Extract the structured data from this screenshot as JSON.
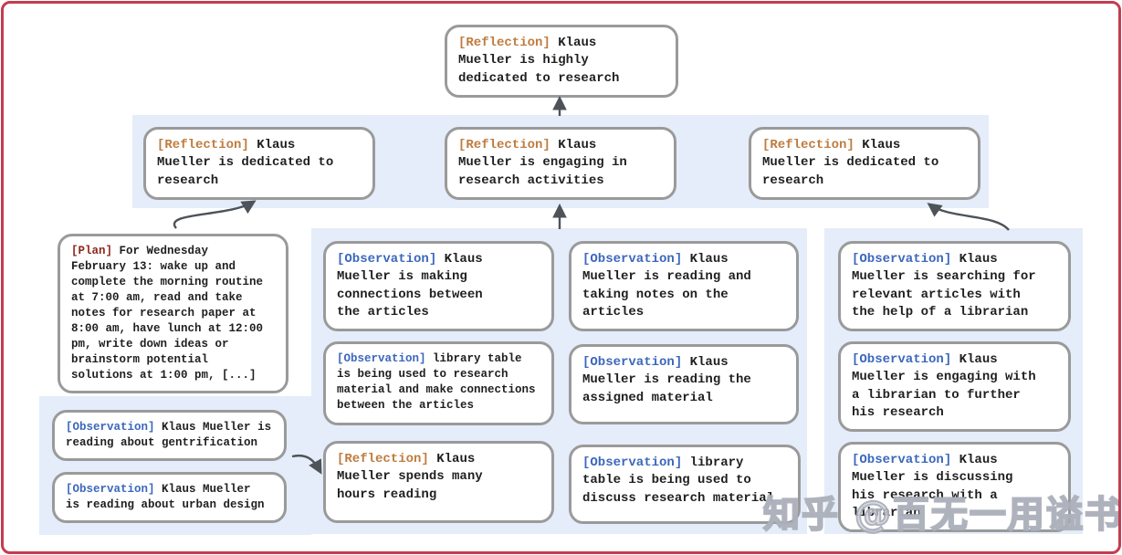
{
  "watermark": "知乎 @百无一用谥书生",
  "colors": {
    "frame_border": "#c23d4f",
    "band_background": "#e4edf9",
    "node_border": "#9a9a9a",
    "node_text": "#1f1f1f",
    "reflection_tag": "#bf7c3f",
    "observation_tag": "#3b67bd",
    "plan_tag": "#8e271d",
    "arrow": "#4d5359"
  },
  "nodes": {
    "top": {
      "tag": "[Reflection]",
      "text": "Klaus\nMueller is highly\ndedicated to research"
    },
    "r2_left": {
      "tag": "[Reflection]",
      "text": "Klaus\nMueller is dedicated to\nresearch"
    },
    "r2_mid": {
      "tag": "[Reflection]",
      "text": "Klaus\nMueller is engaging in\nresearch activities"
    },
    "r2_right": {
      "tag": "[Reflection]",
      "text": "Klaus\nMueller is dedicated to\nresearch"
    },
    "plan": {
      "tag": "[Plan]",
      "text": "For Wednesday\nFebruary 13: wake up and\ncomplete the morning routine\nat 7:00 am, read and take\nnotes for research paper at\n8:00 am, have lunch at 12:00\npm, write down ideas or\nbrainstorm potential\nsolutions at 1:00 pm, [...]"
    },
    "obs_gentrification": {
      "tag": "[Observation]",
      "text": "Klaus Mueller is\nreading about gentrification"
    },
    "obs_urban": {
      "tag": "[Observation]",
      "text": "Klaus Mueller\nis reading about urban design"
    },
    "mid_connections": {
      "tag": "[Observation]",
      "text": "Klaus\nMueller is making\nconnections between\nthe articles"
    },
    "mid_notes": {
      "tag": "[Observation]",
      "text": "Klaus\nMueller is reading and\ntaking notes on the\narticles"
    },
    "mid_library_research": {
      "tag": "[Observation]",
      "text": "library table\nis being used to research\nmaterial and make connections\nbetween the articles"
    },
    "mid_assigned": {
      "tag": "[Observation]",
      "text": "Klaus\nMueller is reading the\nassigned material"
    },
    "mid_hours": {
      "tag": "[Reflection]",
      "text": "Klaus\nMueller spends many\nhours reading"
    },
    "mid_library_discuss": {
      "tag": "[Observation]",
      "text": "library\ntable is being used to\ndiscuss research material"
    },
    "right_searching": {
      "tag": "[Observation]",
      "text": "Klaus\nMueller is searching for\nrelevant articles with\nthe help of a librarian"
    },
    "right_engaging": {
      "tag": "[Observation]",
      "text": "Klaus\nMueller is engaging with\na librarian to further\nhis research"
    },
    "right_discussing": {
      "tag": "[Observation]",
      "text": "Klaus\nMueller is discussing\nhis research with a\nlibrarian"
    }
  }
}
